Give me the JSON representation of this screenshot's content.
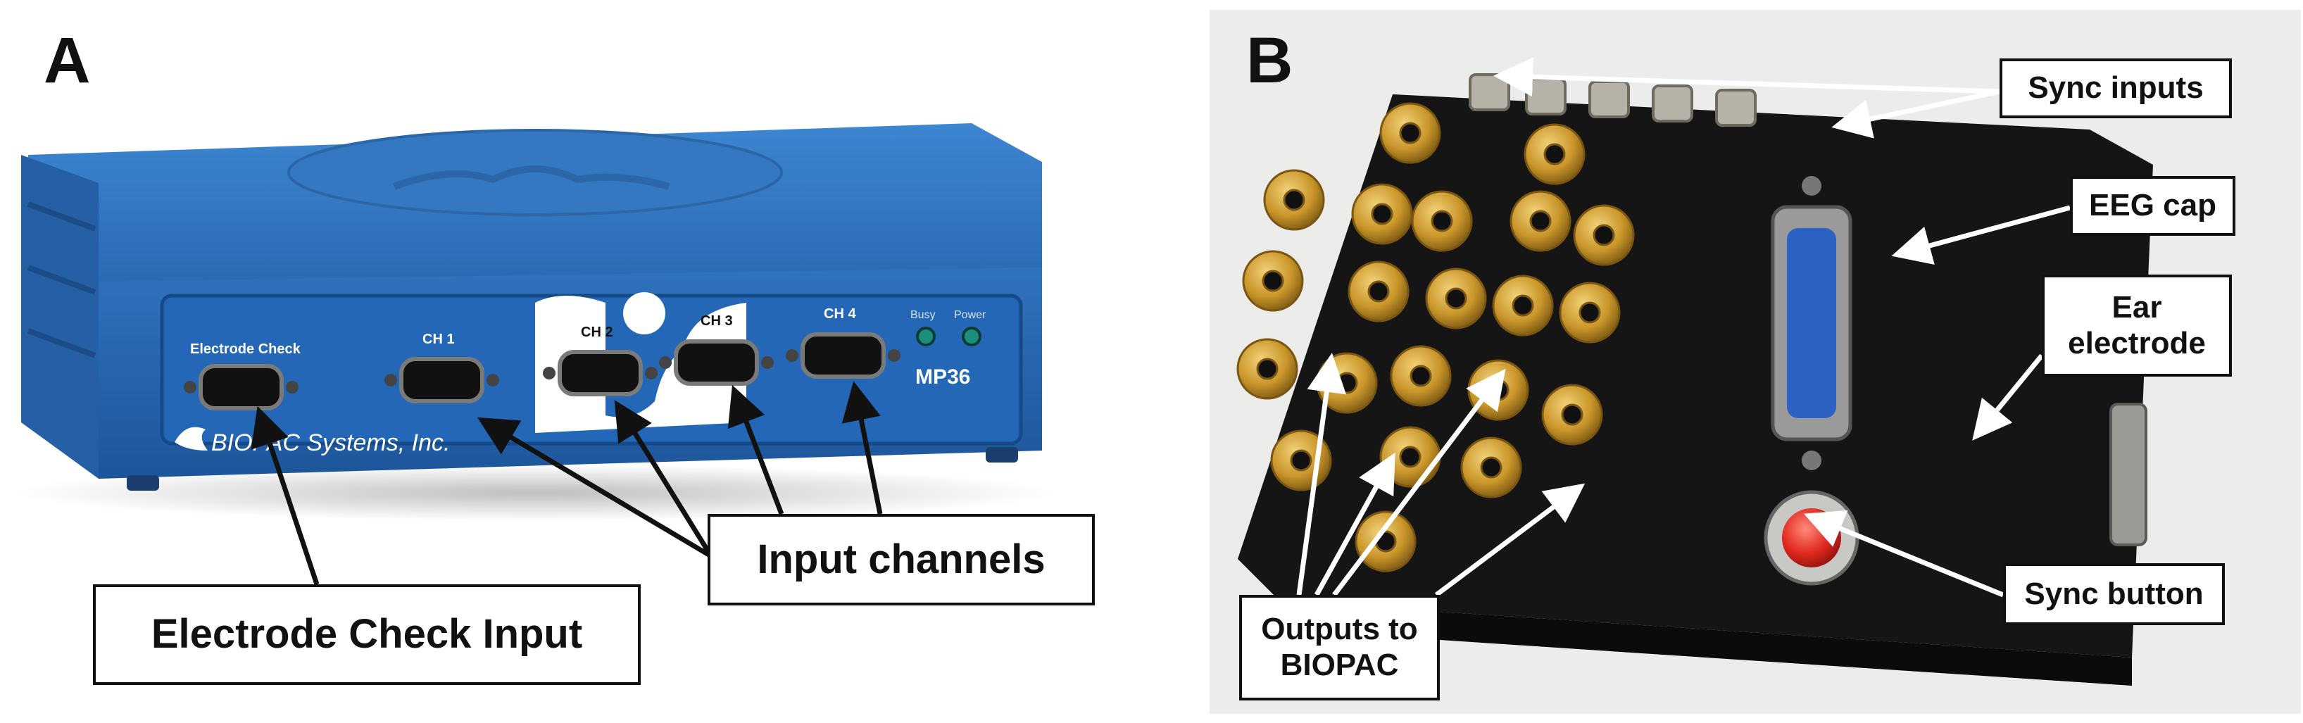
{
  "panel_a": {
    "letter": "A",
    "device": {
      "brand": "BIOPAC Systems, Inc.",
      "model": "MP36",
      "port_labels": [
        "Electrode Check",
        "CH 1",
        "CH 2",
        "CH 3",
        "CH 4"
      ],
      "led_labels": [
        "Busy",
        "Power"
      ],
      "body_color": "#2a6fb8",
      "face_color": "#1f5fa8"
    },
    "callouts": {
      "electrode_check_input": "Electrode Check Input",
      "input_channels": "Input channels"
    }
  },
  "panel_b": {
    "letter": "B",
    "callouts": {
      "sync_inputs": "Sync inputs",
      "eeg_cap": "EEG cap",
      "ear_electrode": "Ear\nelectrode",
      "sync_button": "Sync button",
      "outputs_to_biopac": "Outputs to\nBIOPAC"
    },
    "colors": {
      "box": "#141414",
      "connector_gold": "#c9962a",
      "dsub_blue": "#2d62c4",
      "button_red": "#e0281e"
    }
  }
}
